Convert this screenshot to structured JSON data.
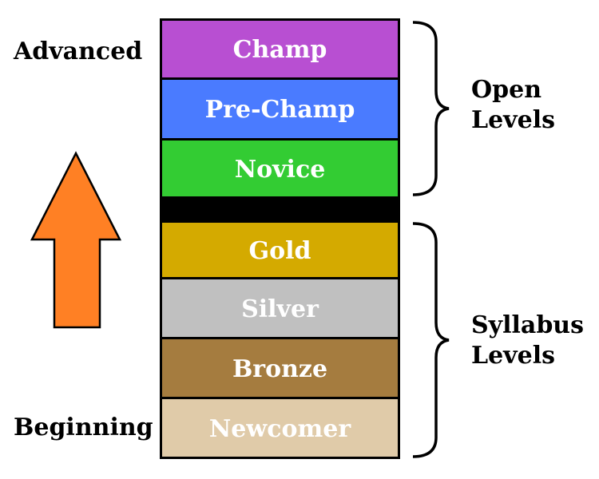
{
  "labels": {
    "top": "Advanced",
    "bottom": "Beginning"
  },
  "levels": [
    {
      "name": "Champ",
      "color": "#b84fd2"
    },
    {
      "name": "Pre-Champ",
      "color": "#4a7bff"
    },
    {
      "name": "Novice",
      "color": "#33cc33"
    },
    {
      "name": "Gold",
      "color": "#d4aa00"
    },
    {
      "name": "Silver",
      "color": "#c0c0c0"
    },
    {
      "name": "Bronze",
      "color": "#a57c3f"
    },
    {
      "name": "Newcomer",
      "color": "#e0cba9"
    }
  ],
  "groups": {
    "open": {
      "line1": "Open",
      "line2": "Levels"
    },
    "syllabus": {
      "line1": "Syllabus",
      "line2": "Levels"
    }
  },
  "arrow": {
    "icon": "up-arrow-icon",
    "color": "#ff8024"
  },
  "separator_color": "#000000"
}
